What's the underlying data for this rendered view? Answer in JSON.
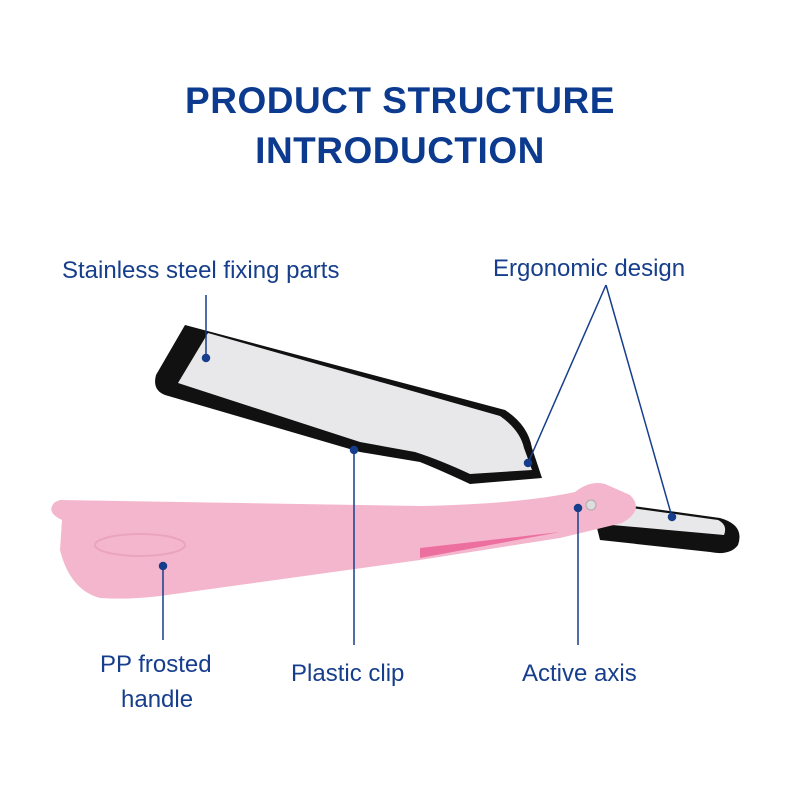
{
  "title": {
    "line1": "PRODUCT STRUCTURE",
    "line2": "INTRODUCTION"
  },
  "labels": {
    "stainless": "Stainless steel fixing parts",
    "ergonomic": "Ergonomic design",
    "handle_line1": "PP frosted",
    "handle_line2": "handle",
    "clip": "Plastic clip",
    "axis": "Active axis"
  },
  "colors": {
    "title": "#0b3a8f",
    "label": "#163e8c",
    "handle": "#f4b6cc",
    "frame": "#111111",
    "blade": "#e9e9eb"
  }
}
